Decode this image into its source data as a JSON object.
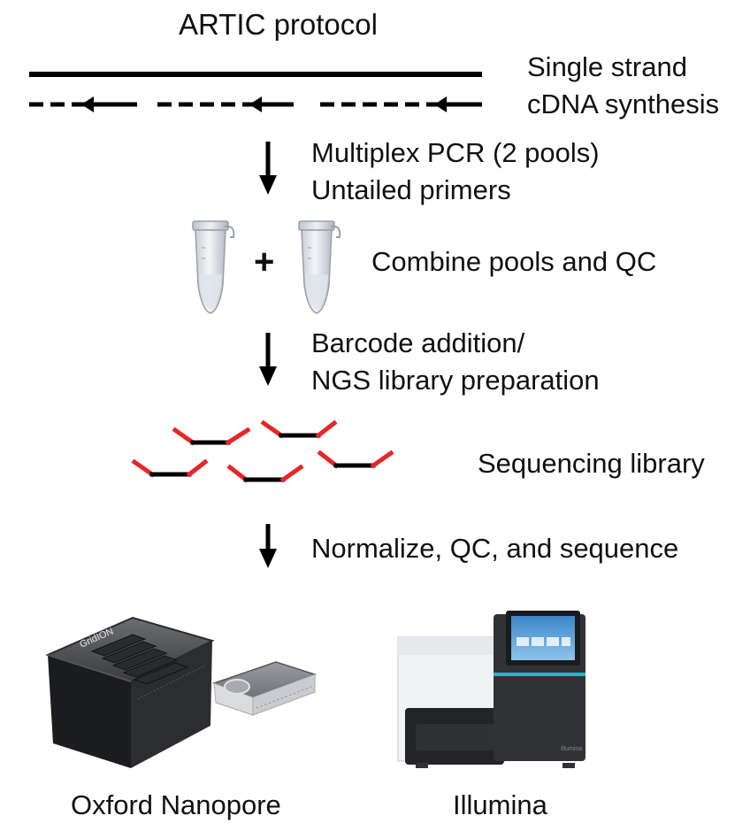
{
  "title": "ARTIC protocol",
  "steps": {
    "cdna_synthesis": [
      "Single strand",
      "cDNA synthesis"
    ],
    "multiplex_pcr": [
      "Multiplex PCR (2 pools)",
      "Untailed primers"
    ],
    "combine": "Combine pools and QC",
    "barcode": [
      "Barcode addition/",
      "NGS library preparation"
    ],
    "library": "Sequencing library",
    "normalize": "Normalize, QC, and sequence"
  },
  "plus_sign": "+",
  "platforms": {
    "nanopore": {
      "label": "Oxford Nanopore",
      "device_text": "GridION"
    },
    "illumina": {
      "label": "Illumina",
      "device_text": "Illumina"
    }
  },
  "colors": {
    "strand": "#000000",
    "adapter": "#e8262a",
    "screen_accent": "#28b5c8"
  },
  "icons": {
    "strand_arrow": "left-arrow",
    "flow_arrow": "down-arrow",
    "tube": "microcentrifuge-tube",
    "fragment": "adapter-ligated-fragment"
  }
}
